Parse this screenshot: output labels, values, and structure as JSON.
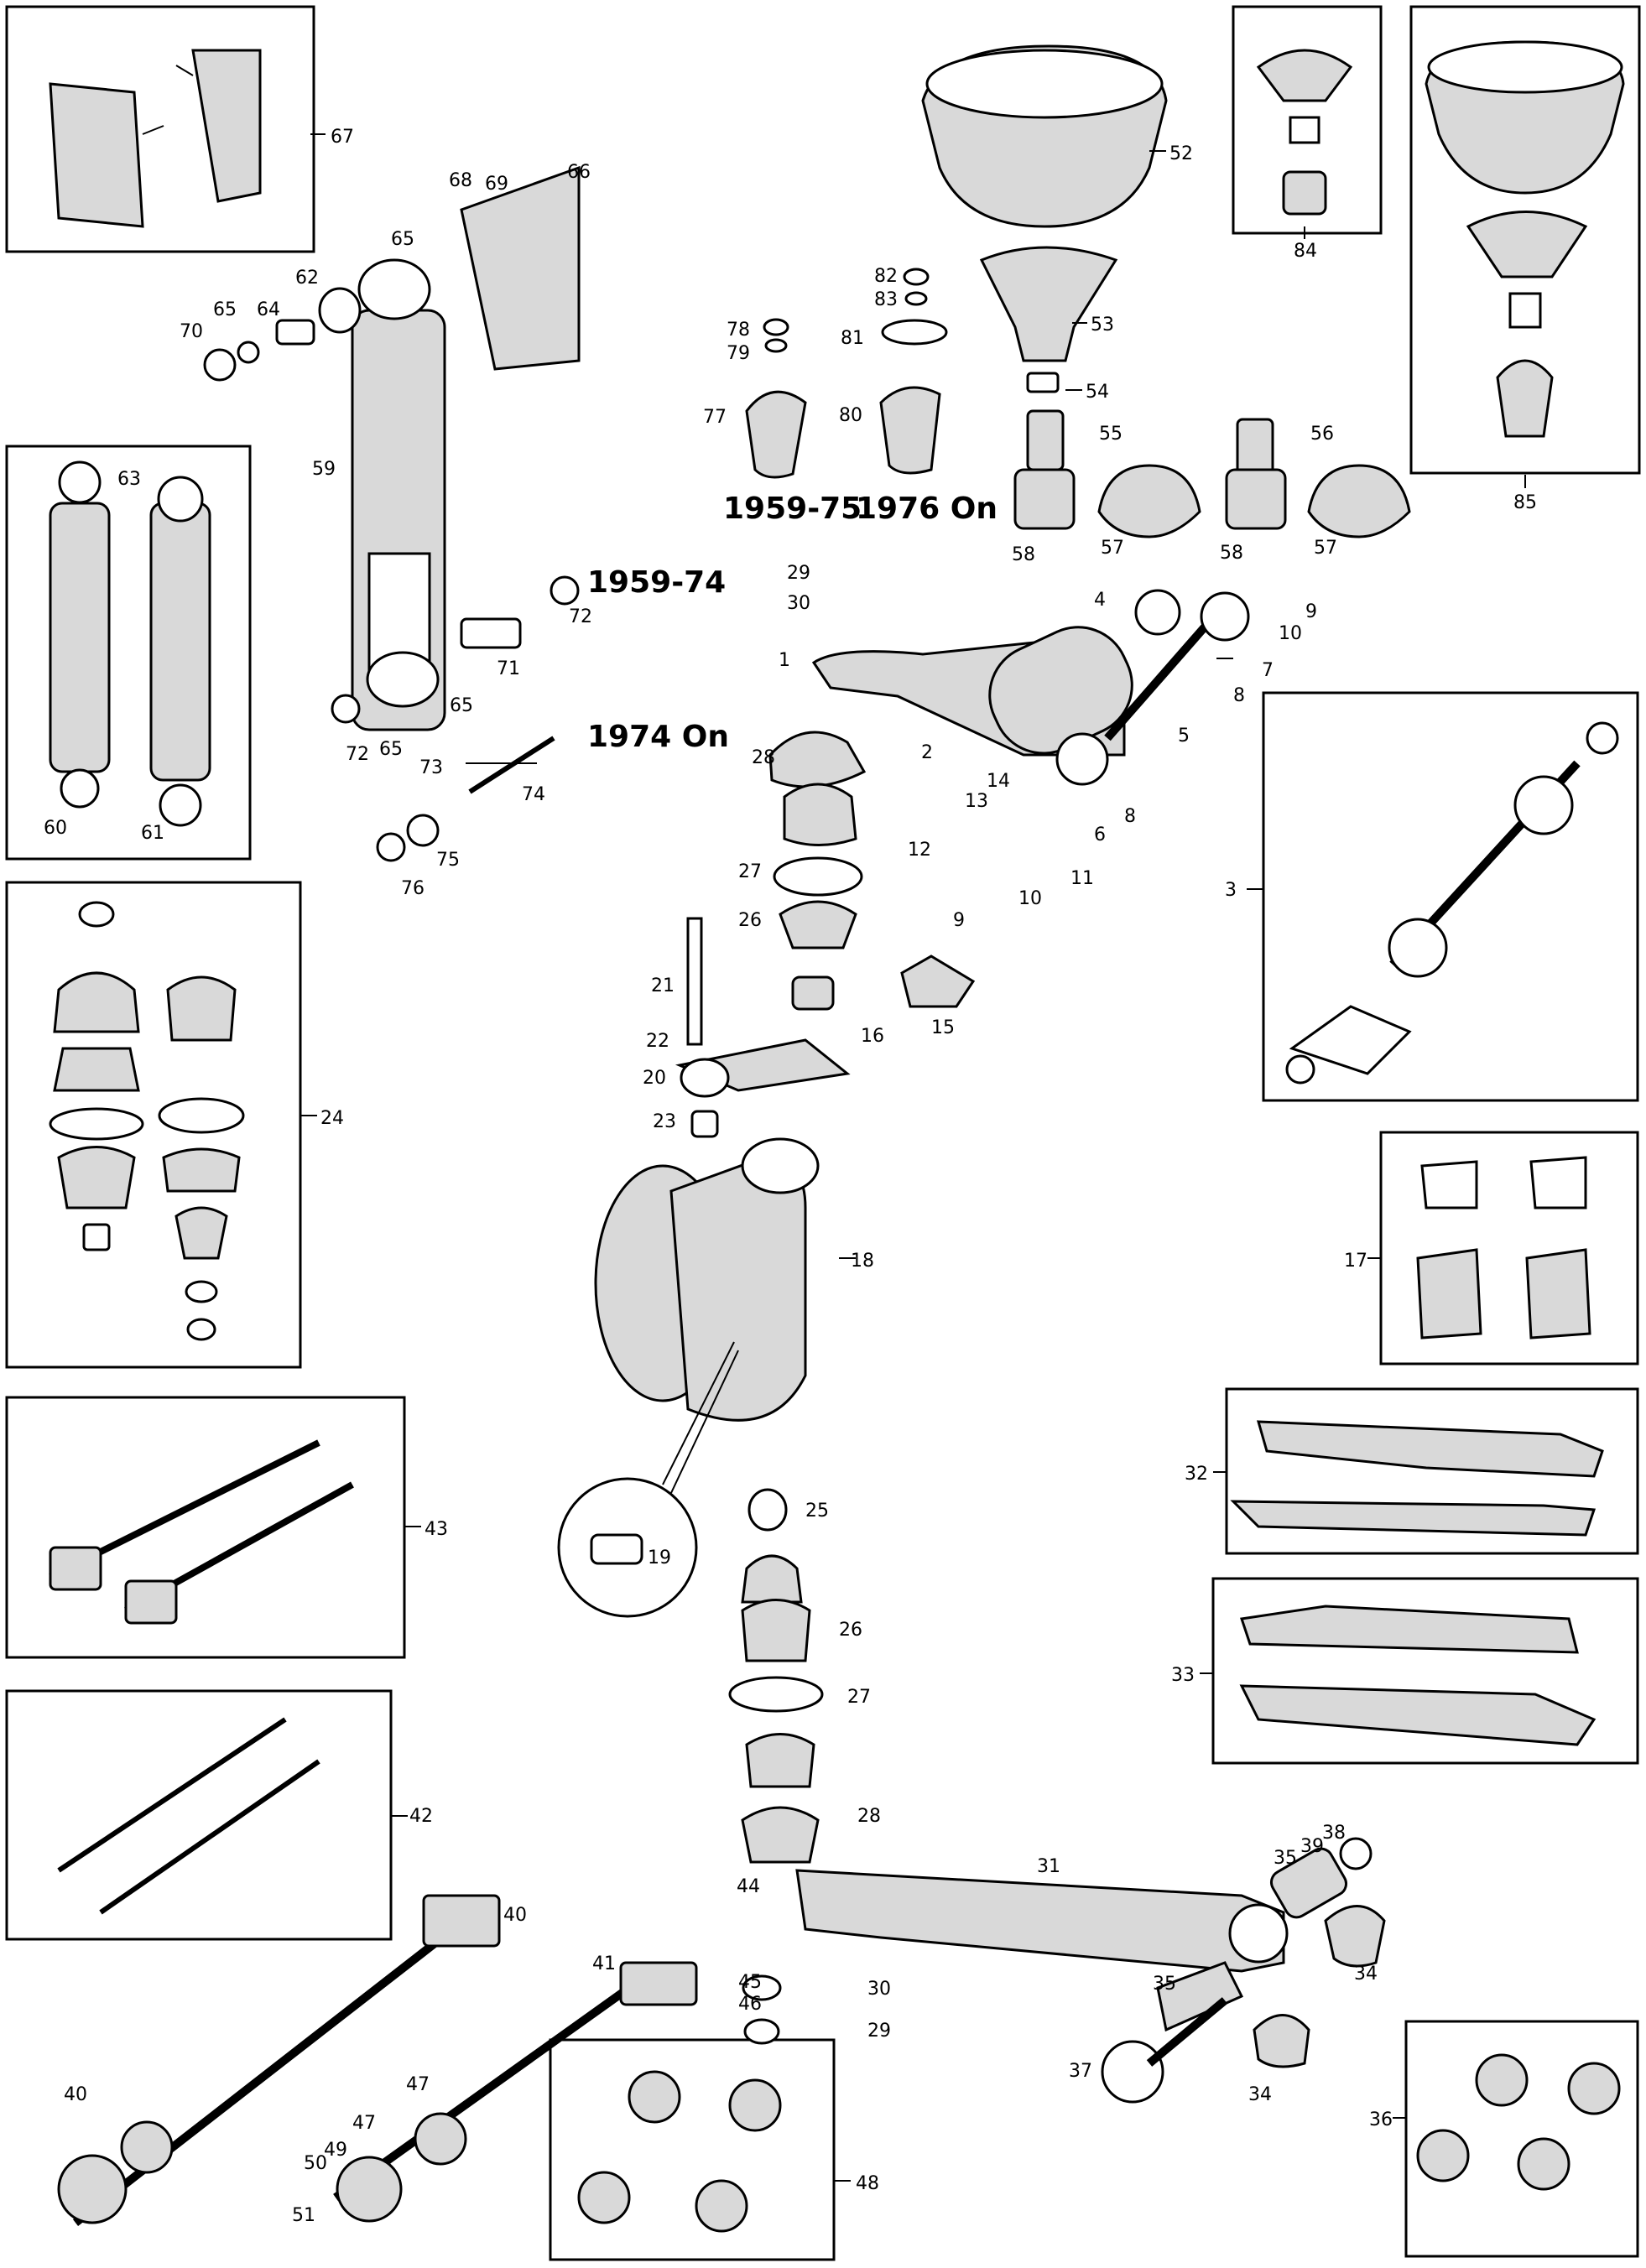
{
  "diagram": {
    "year_notes": {
      "y1959_75": "1959-75",
      "y1976_on": "1976 On",
      "y1959_74": "1959-74",
      "y1974_on": "1974 On"
    },
    "callouts": {
      "c1": "1",
      "c2": "2",
      "c3": "3",
      "c4": "4",
      "c5": "5",
      "c6": "6",
      "c7": "7",
      "c8a": "8",
      "c8b": "8",
      "c9a": "9",
      "c9b": "9",
      "c10a": "10",
      "c10b": "10",
      "c11": "11",
      "c12": "12",
      "c13": "13",
      "c14": "14",
      "c15": "15",
      "c16": "16",
      "c17": "17",
      "c18": "18",
      "c19": "19",
      "c20": "20",
      "c21": "21",
      "c22": "22",
      "c23": "23",
      "c24": "24",
      "c25": "25",
      "c26a": "26",
      "c26b": "26",
      "c27a": "27",
      "c27b": "27",
      "c28a": "28",
      "c28b": "28",
      "c29a": "29",
      "c29b": "29",
      "c30a": "30",
      "c30b": "30",
      "c31": "31",
      "c32": "32",
      "c33": "33",
      "c34a": "34",
      "c34b": "34",
      "c35a": "35",
      "c35b": "35",
      "c36": "36",
      "c37": "37",
      "c38": "38",
      "c39": "39",
      "c40a": "40",
      "c40b": "40",
      "c41": "41",
      "c42": "42",
      "c43": "43",
      "c44": "44",
      "c45": "45",
      "c46": "46",
      "c47a": "47",
      "c47b": "47",
      "c48": "48",
      "c49": "49",
      "c50": "50",
      "c51": "51",
      "c52": "52",
      "c53": "53",
      "c54": "54",
      "c55": "55",
      "c56": "56",
      "c57a": "57",
      "c57b": "57",
      "c58a": "58",
      "c58b": "58",
      "c59": "59",
      "c60": "60",
      "c61": "61",
      "c62": "62",
      "c63": "63",
      "c64": "64",
      "c65a": "65",
      "c65b": "65",
      "c65c": "65",
      "c65d": "65",
      "c66": "66",
      "c67": "67",
      "c68": "68",
      "c69": "69",
      "c70": "70",
      "c71": "71",
      "c72a": "72",
      "c72b": "72",
      "c73": "73",
      "c74": "74",
      "c75": "75",
      "c76": "76",
      "c77": "77",
      "c78": "78",
      "c79": "79",
      "c80": "80",
      "c81": "81",
      "c82": "82",
      "c83": "83",
      "c84": "84",
      "c85": "85"
    }
  }
}
